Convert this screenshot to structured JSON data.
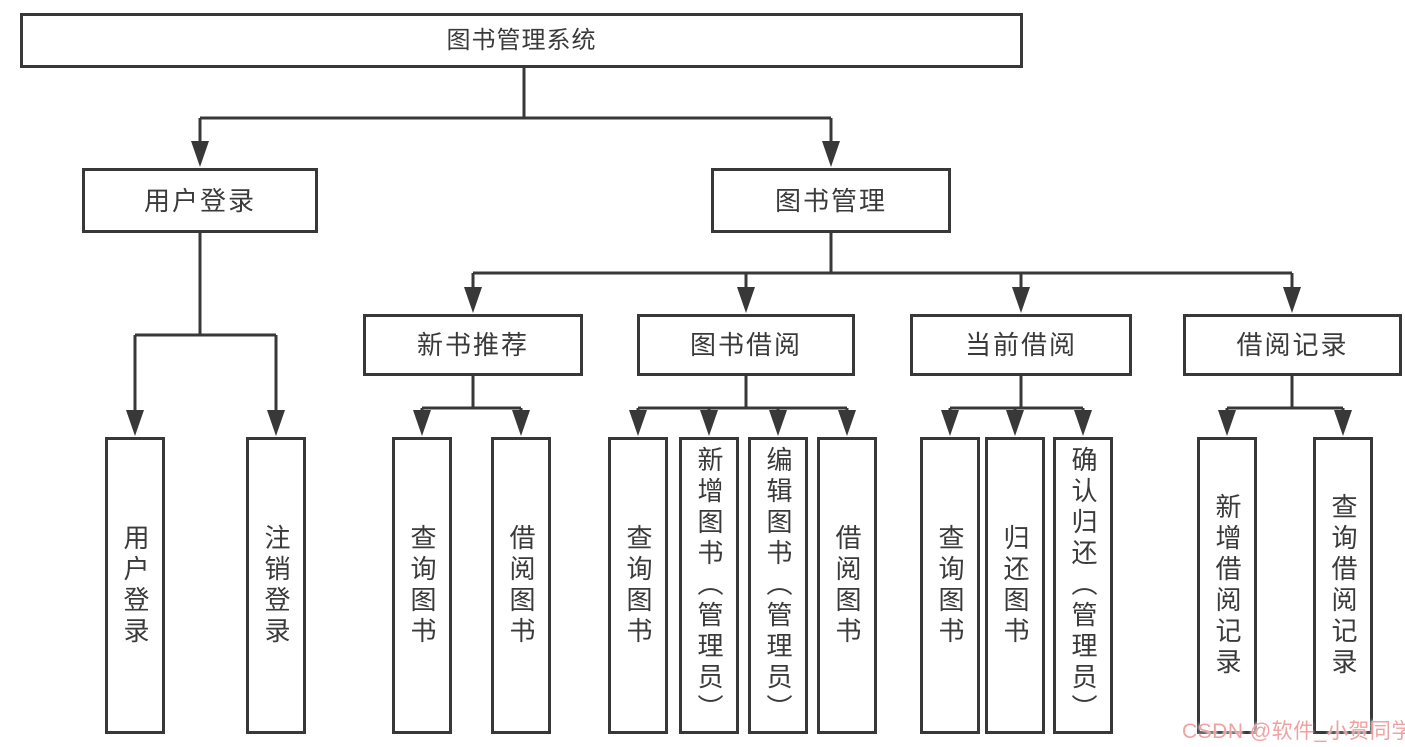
{
  "diagram": {
    "root": {
      "label": "图书管理系统"
    },
    "level2": [
      {
        "id": "user-login",
        "label": "用户登录",
        "parent": "图书管理系统"
      },
      {
        "id": "book-management",
        "label": "图书管理",
        "parent": "图书管理系统"
      }
    ],
    "level3": [
      {
        "id": "new-book-recommend",
        "label": "新书推荐",
        "parent": "图书管理"
      },
      {
        "id": "book-borrowing",
        "label": "图书借阅",
        "parent": "图书管理"
      },
      {
        "id": "current-borrowing",
        "label": "当前借阅",
        "parent": "图书管理"
      },
      {
        "id": "borrowing-records",
        "label": "借阅记录",
        "parent": "图书管理"
      }
    ],
    "leaves": [
      {
        "id": "user-login-leaf",
        "label": "用户登录",
        "parent": "用户登录"
      },
      {
        "id": "logout",
        "label": "注销登录",
        "parent": "用户登录"
      },
      {
        "id": "query-books-1",
        "label": "查询图书",
        "parent": "新书推荐"
      },
      {
        "id": "borrow-books-1",
        "label": "借阅图书",
        "parent": "新书推荐"
      },
      {
        "id": "query-books-2",
        "label": "查询图书",
        "parent": "图书借阅"
      },
      {
        "id": "add-books-admin",
        "label": "新增图书（管理员）",
        "parent": "图书借阅"
      },
      {
        "id": "edit-books-admin",
        "label": "编辑图书（管理员）",
        "parent": "图书借阅"
      },
      {
        "id": "borrow-books-2",
        "label": "借阅图书",
        "parent": "图书借阅"
      },
      {
        "id": "query-books-3",
        "label": "查询图书",
        "parent": "当前借阅"
      },
      {
        "id": "return-books",
        "label": "归还图书",
        "parent": "当前借阅"
      },
      {
        "id": "confirm-return-admin",
        "label": "确认归还（管理员）",
        "parent": "当前借阅"
      },
      {
        "id": "add-borrow-record",
        "label": "新增借阅记录",
        "parent": "借阅记录"
      },
      {
        "id": "query-borrow-record",
        "label": "查询借阅记录",
        "parent": "借阅记录"
      }
    ],
    "watermark": "CSDN @软件_小贺同学",
    "colors": {
      "line": "#383838",
      "box_border": "#383838",
      "box_background": "#ffffff",
      "text": "#3a3a3a",
      "watermark": "#f0a2a2",
      "background": "#ffffff"
    }
  }
}
